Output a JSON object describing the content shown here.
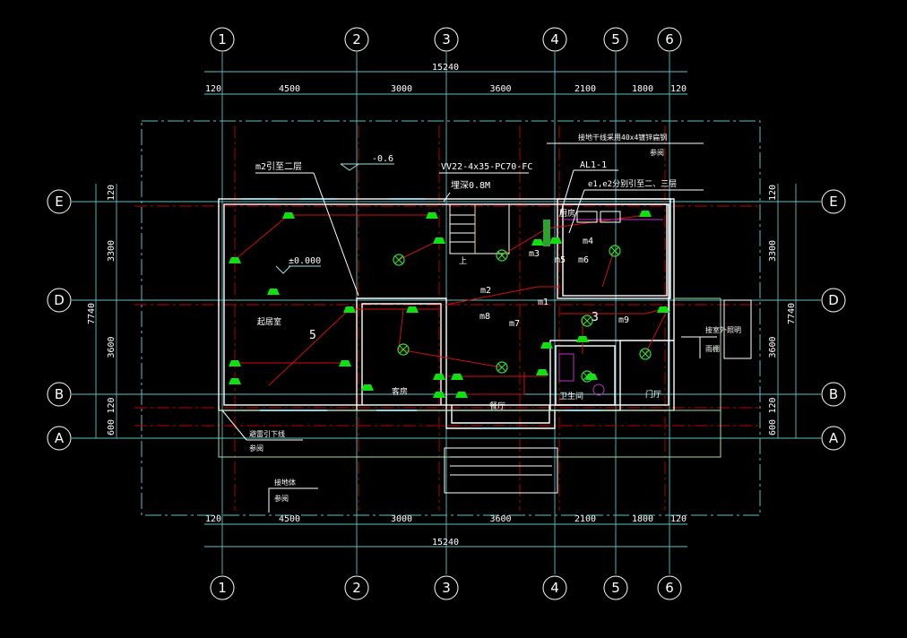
{
  "drawing": {
    "axes_columns": [
      "1",
      "2",
      "3",
      "4",
      "5",
      "6"
    ],
    "axes_rows": [
      "E",
      "D",
      "B",
      "A"
    ],
    "dims_horizontal_total": "15240",
    "dims_horizontal": [
      "120",
      "4500",
      "3000",
      "3600",
      "2100",
      "1800",
      "120"
    ],
    "dims_vertical_total": "7740",
    "dims_vertical": [
      "120",
      "3300",
      "3600",
      "120",
      "600"
    ],
    "labels": {
      "level_outside": "-0.6",
      "level_floor": "±0.000",
      "cable": "VV22-4x35-PC70-FC",
      "cable_height": "埋深0.8M",
      "m2_note": "m2引至二层",
      "ground_bar": "接地干线采用40x4镀锌扁钢",
      "ground_bar_ref": "参阅",
      "panel": "AL1-1",
      "e_note": "e1,e2分别引至二、三层",
      "downlead": "避雷引下线",
      "downlead_ref": "参阅",
      "earth": "接地体",
      "earth_ref": "参阅",
      "outdoor_light": "接室外照明",
      "canopy": "雨棚",
      "up": "上"
    },
    "rooms": {
      "living": "起居室",
      "guest": "客房",
      "dining": "餐厅",
      "bath": "卫生间",
      "hall": "门厅",
      "kitchen": "厨房"
    },
    "circuits": [
      "m1",
      "m2",
      "m3",
      "m4",
      "m5",
      "m6",
      "m7",
      "m8",
      "m9",
      "5",
      "3"
    ]
  }
}
